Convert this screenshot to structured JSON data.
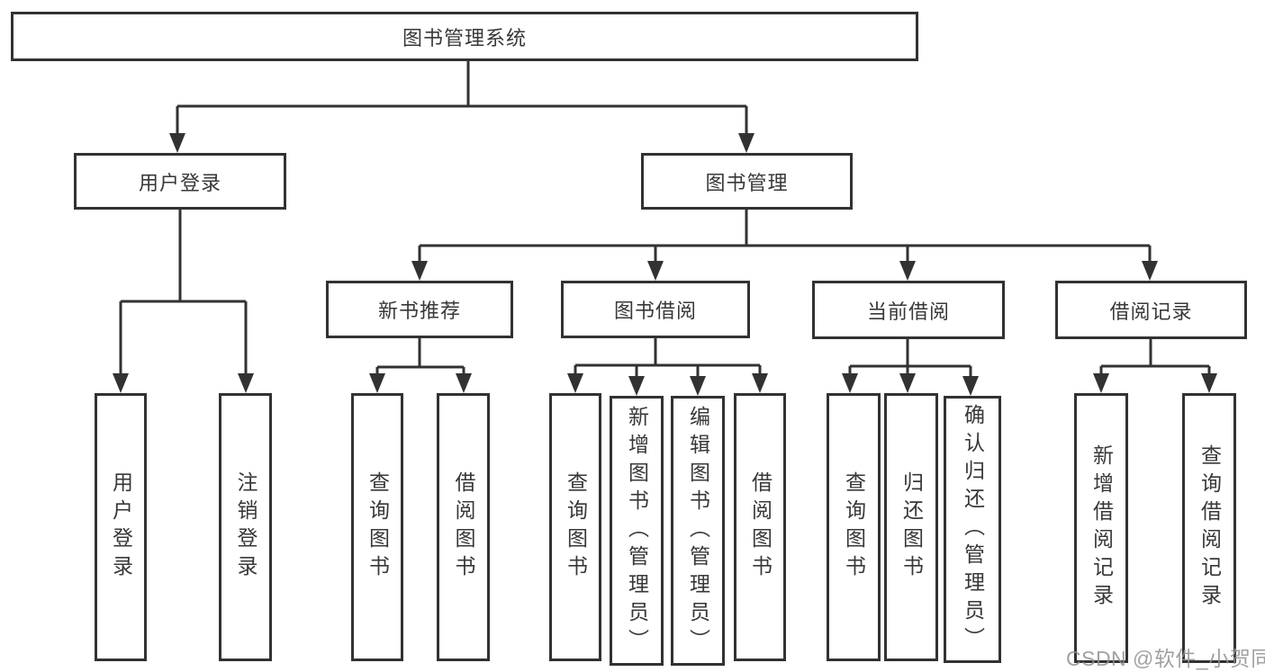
{
  "tree": {
    "label": "图书管理系统",
    "children": [
      {
        "label": "用户登录",
        "children": [
          {
            "label": "用户登录"
          },
          {
            "label": "注销登录"
          }
        ]
      },
      {
        "label": "图书管理",
        "children": [
          {
            "label": "新书推荐",
            "children": [
              {
                "label": "查询图书"
              },
              {
                "label": "借阅图书"
              }
            ]
          },
          {
            "label": "图书借阅",
            "children": [
              {
                "label": "查询图书"
              },
              {
                "label": "新增图书（管理员）"
              },
              {
                "label": "编辑图书（管理员）"
              },
              {
                "label": "借阅图书"
              }
            ]
          },
          {
            "label": "当前借阅",
            "children": [
              {
                "label": "查询图书"
              },
              {
                "label": "归还图书"
              },
              {
                "label": "确认归还（管理员）"
              }
            ]
          },
          {
            "label": "借阅记录",
            "children": [
              {
                "label": "新增借阅记录"
              },
              {
                "label": "查询借阅记录"
              }
            ]
          }
        ]
      }
    ]
  },
  "watermark": {
    "text": "CSDN @软件_小贺同学"
  },
  "colors": {
    "line": "#323232",
    "text": "#383838",
    "background": "#ffffff",
    "watermark": "#919191"
  }
}
